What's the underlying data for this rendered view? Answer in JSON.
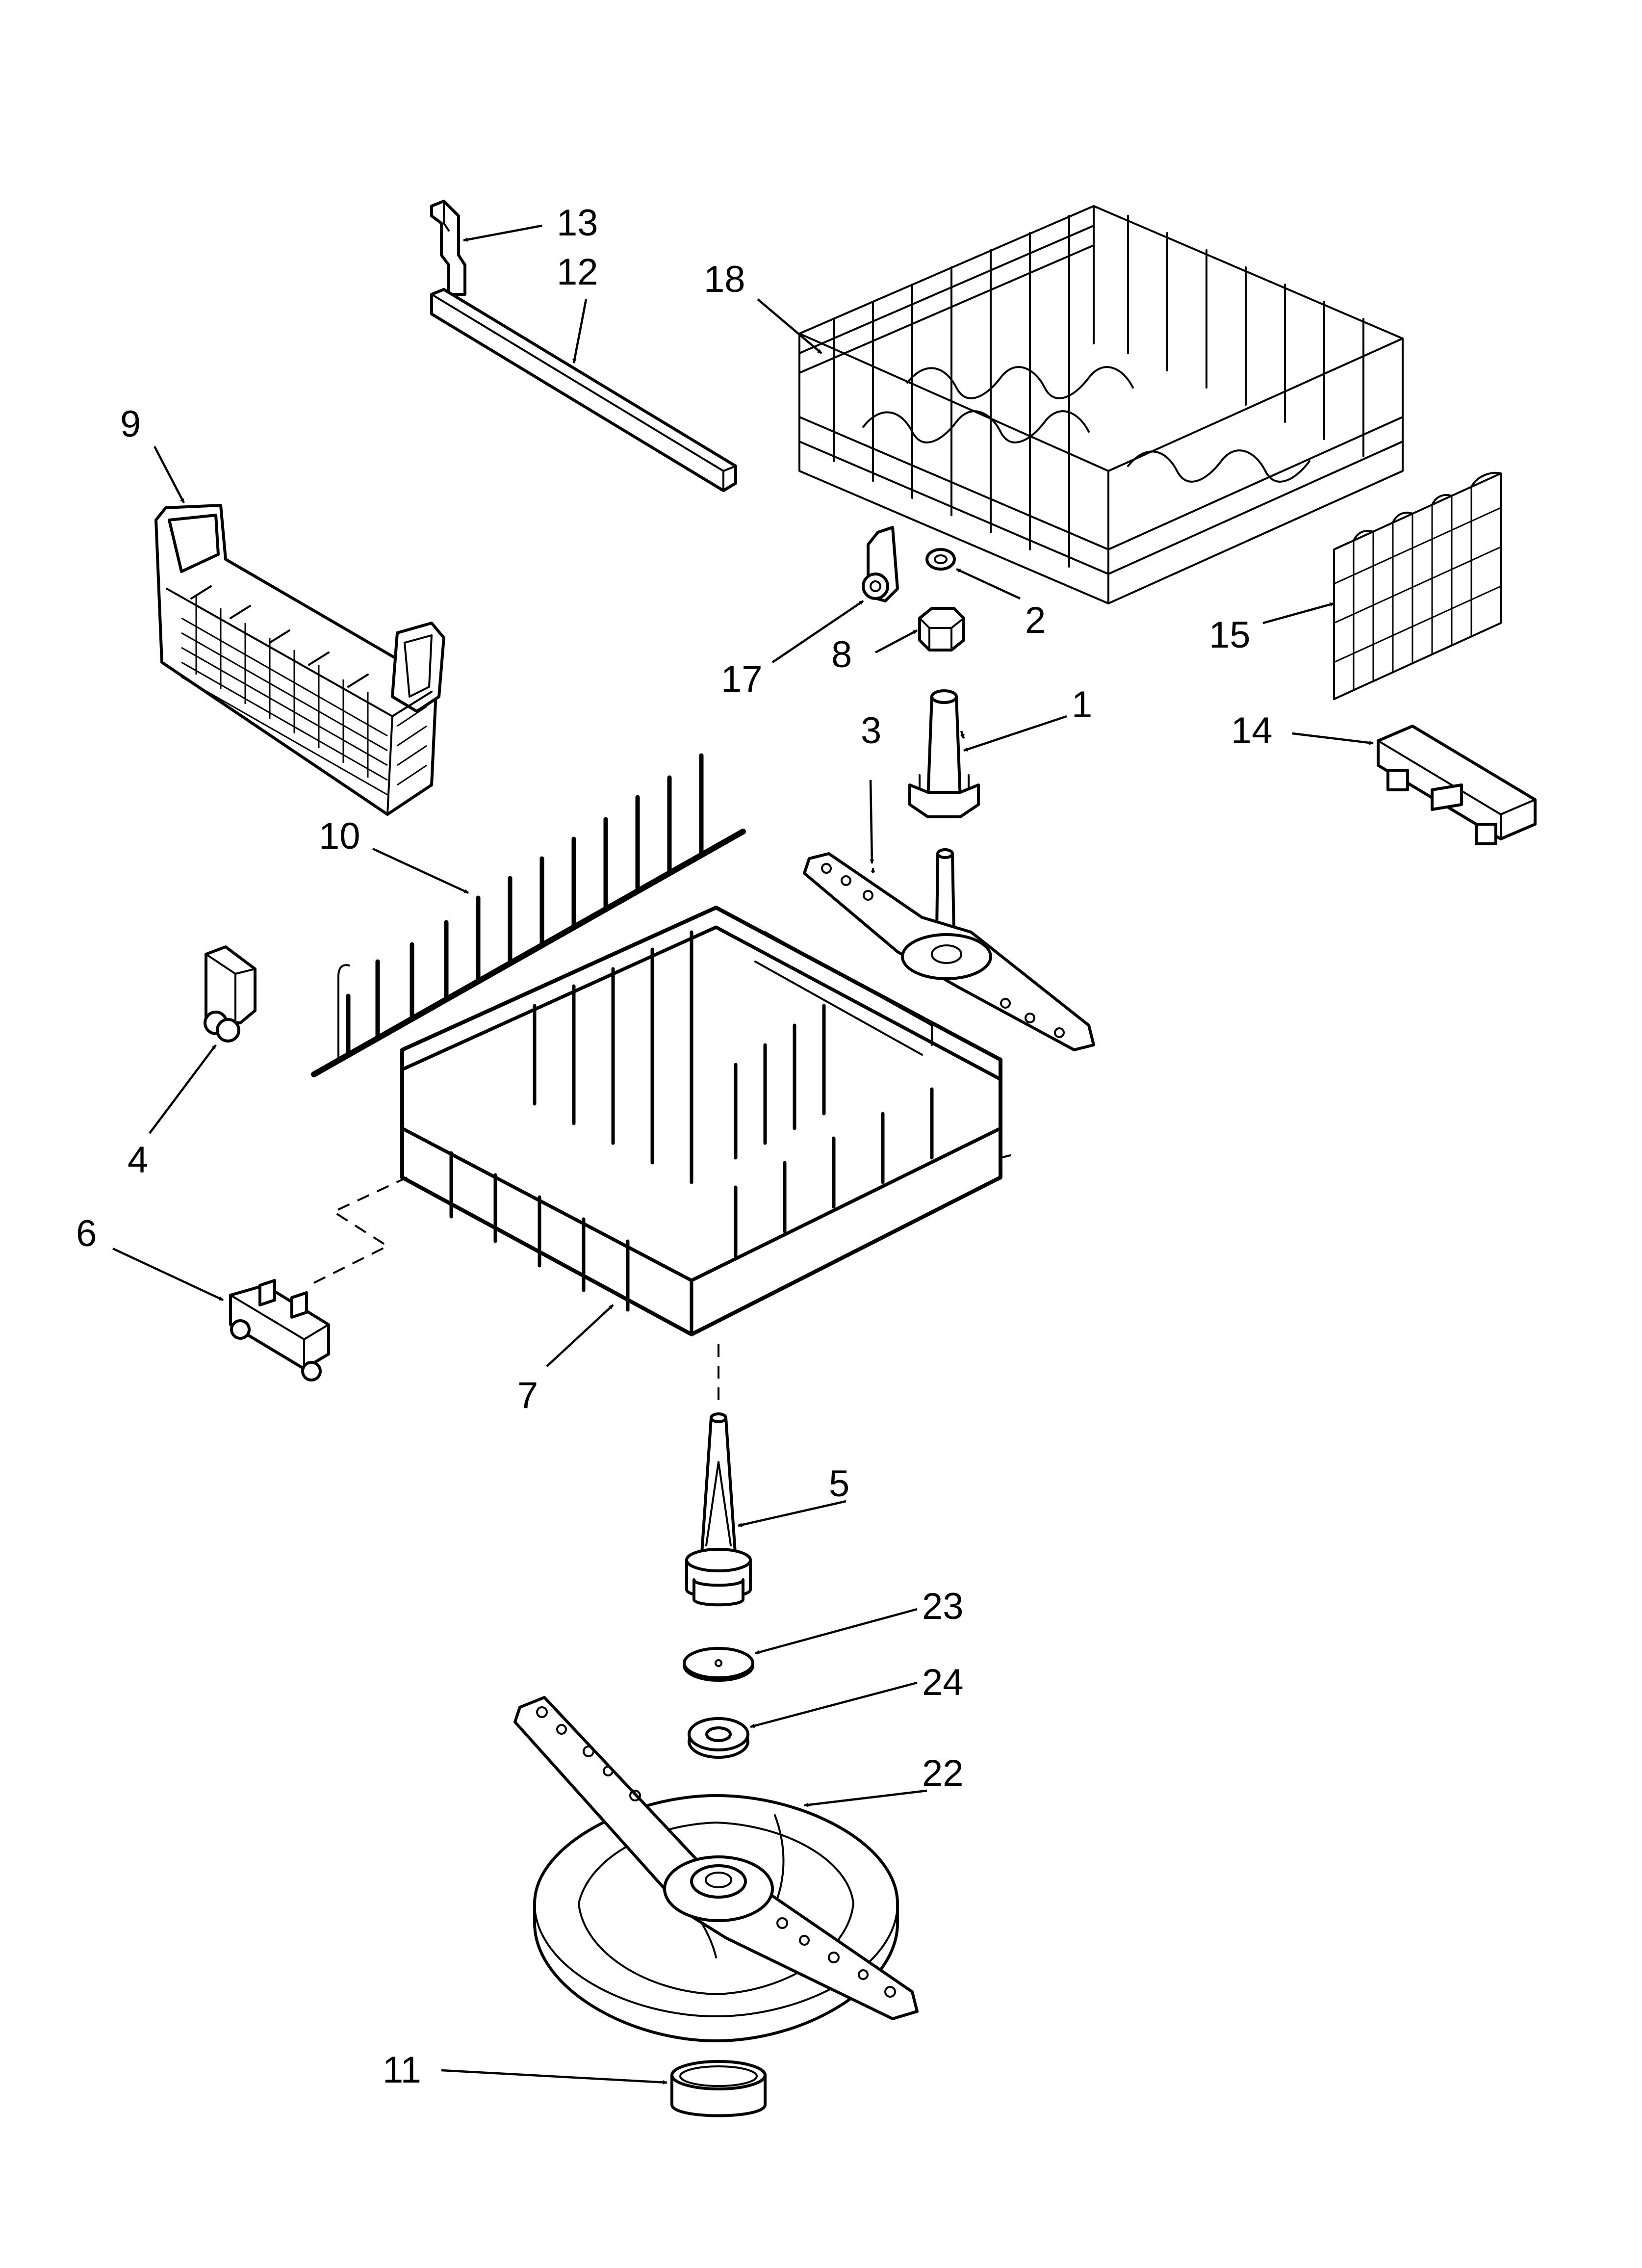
{
  "callouts": [
    {
      "label": "1"
    },
    {
      "label": "2"
    },
    {
      "label": "3"
    },
    {
      "label": "4"
    },
    {
      "label": "5"
    },
    {
      "label": "6"
    },
    {
      "label": "7"
    },
    {
      "label": "8"
    },
    {
      "label": "9"
    },
    {
      "label": "10"
    },
    {
      "label": "11"
    },
    {
      "label": "12"
    },
    {
      "label": "13"
    },
    {
      "label": "14"
    },
    {
      "label": "15"
    },
    {
      "label": "17"
    },
    {
      "label": "18"
    },
    {
      "label": "22"
    },
    {
      "label": "23"
    },
    {
      "label": "24"
    }
  ]
}
